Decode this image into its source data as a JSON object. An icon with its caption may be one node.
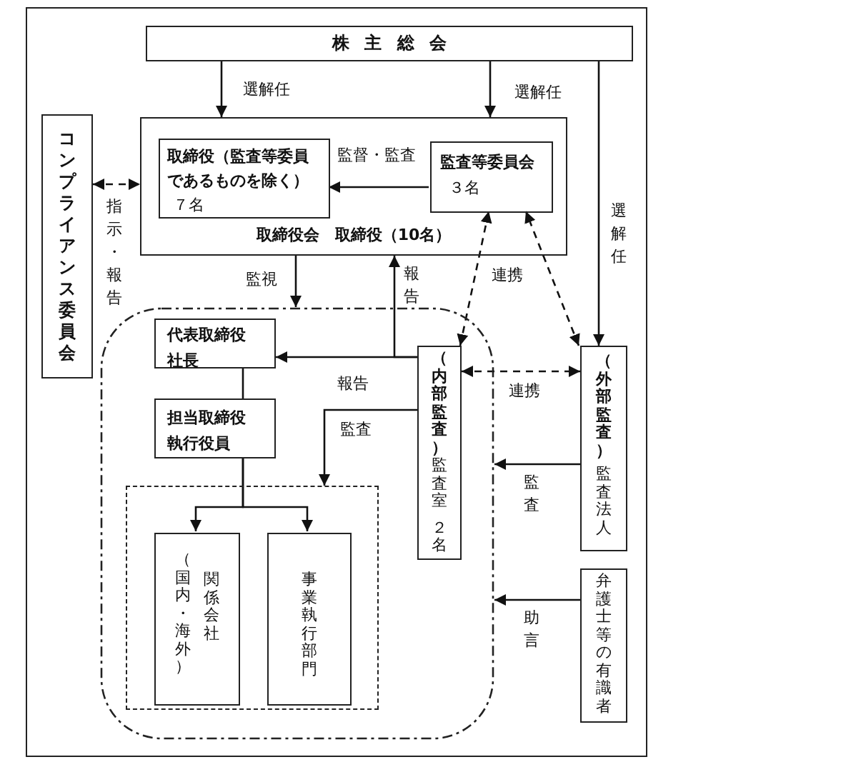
{
  "diagram": {
    "nodes": [
      {
        "text": [
          "株主総会"
        ]
      },
      {
        "text": [
          "コンプライアンス委員会"
        ]
      },
      {
        "text": [
          "取締役会　取締役（10名）"
        ]
      },
      {
        "text": [
          "取締役（監査等委員であるものを除く）",
          "７名"
        ],
        "in": 2
      },
      {
        "text": [
          "監査等委員会",
          "３名"
        ],
        "in": 2
      },
      {
        "text": [],
        "shape": "box"
      },
      {
        "text": [
          "代表取締役",
          "社長"
        ],
        "in": 5
      },
      {
        "text": [
          "担当取締役",
          "執行役員"
        ],
        "in": 5
      },
      {
        "text": [],
        "shape": "box",
        "in": 5
      },
      {
        "text": [
          "（国内・海外）",
          "関係会社"
        ],
        "in": 8
      },
      {
        "text": [
          "事業執行部門"
        ],
        "in": 8
      },
      {
        "text": [
          "（内部監査）",
          "監査室",
          "２名"
        ],
        "in": 5
      },
      {
        "text": [
          "（外部監査）",
          "監査法人"
        ]
      },
      {
        "text": [
          "弁護士等の有識者"
        ]
      }
    ],
    "edges": [
      {
        "from": 0,
        "to": 2,
        "arrow": "to",
        "label": "選解任"
      },
      {
        "from": 0,
        "to": 2,
        "arrow": "to",
        "label": "選解任"
      },
      {
        "from": 0,
        "to": 12,
        "arrow": "to",
        "label": "選解任"
      },
      {
        "from": 4,
        "to": 3,
        "arrow": "to",
        "label": "監督・監査"
      },
      {
        "from": 1,
        "to": 2,
        "arrow": "both",
        "style": "dashed",
        "label": "指示・報告"
      },
      {
        "from": 2,
        "to": 5,
        "arrow": "to",
        "label": "監視"
      },
      {
        "from": 11,
        "to": 2,
        "arrow": "to",
        "label": "報告"
      },
      {
        "from": 11,
        "to": 6,
        "arrow": "to",
        "label": "報告"
      },
      {
        "from": 11,
        "to": 8,
        "arrow": "to",
        "label": "監査"
      },
      {
        "from": 11,
        "to": 4,
        "arrow": "both",
        "style": "dashed",
        "label": "連携"
      },
      {
        "from": 12,
        "to": 4,
        "arrow": "both",
        "style": "dashed"
      },
      {
        "from": 11,
        "to": 12,
        "arrow": "both",
        "style": "dashed",
        "label": "連携"
      },
      {
        "from": 12,
        "to": 5,
        "arrow": "to",
        "label": "監査"
      },
      {
        "from": 13,
        "to": 5,
        "arrow": "to",
        "label": "助言"
      },
      {
        "from": 6,
        "to": 7,
        "arrow": "none"
      },
      {
        "from": 7,
        "to": 9,
        "arrow": "to"
      },
      {
        "from": 7,
        "to": 10,
        "arrow": "to"
      }
    ]
  }
}
